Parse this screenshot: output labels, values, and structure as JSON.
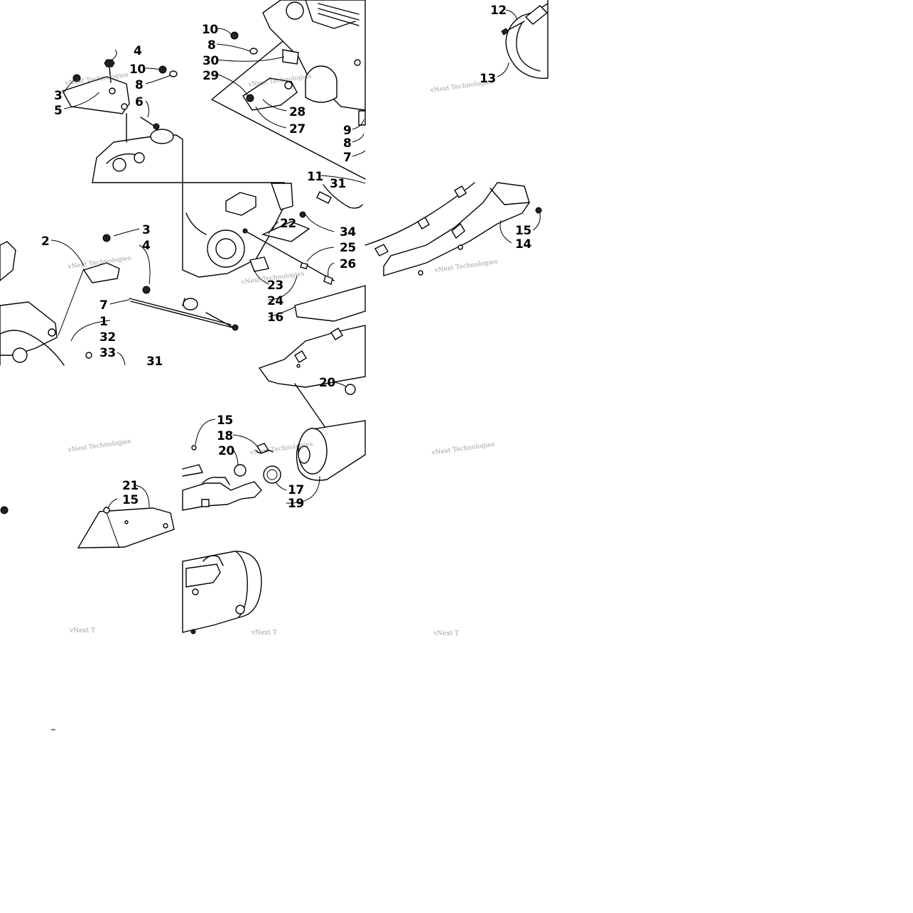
{
  "watermark": "vNext Technologies",
  "watermark_partial": "vNext T",
  "callouts": {
    "c1": {
      "label": "1"
    },
    "c2": {
      "label": "2"
    },
    "c3a": {
      "label": "3"
    },
    "c3b": {
      "label": "3"
    },
    "c4a": {
      "label": "4"
    },
    "c4b": {
      "label": "4"
    },
    "c5": {
      "label": "5"
    },
    "c6": {
      "label": "6"
    },
    "c7a": {
      "label": "7"
    },
    "c7b": {
      "label": "7"
    },
    "c8a": {
      "label": "8"
    },
    "c8b": {
      "label": "8"
    },
    "c8c": {
      "label": "8"
    },
    "c9": {
      "label": "9"
    },
    "c10a": {
      "label": "10"
    },
    "c10b": {
      "label": "10"
    },
    "c11": {
      "label": "11"
    },
    "c12": {
      "label": "12"
    },
    "c13": {
      "label": "13"
    },
    "c14": {
      "label": "14"
    },
    "c15a": {
      "label": "15"
    },
    "c15b": {
      "label": "15"
    },
    "c15c": {
      "label": "15"
    },
    "c16": {
      "label": "16"
    },
    "c17": {
      "label": "17"
    },
    "c18": {
      "label": "18"
    },
    "c19": {
      "label": "19"
    },
    "c20a": {
      "label": "20"
    },
    "c20b": {
      "label": "20"
    },
    "c21": {
      "label": "21"
    },
    "c22": {
      "label": "22"
    },
    "c23": {
      "label": "23"
    },
    "c24": {
      "label": "24"
    },
    "c25": {
      "label": "25"
    },
    "c26": {
      "label": "26"
    },
    "c27": {
      "label": "27"
    },
    "c28": {
      "label": "28"
    },
    "c29": {
      "label": "29"
    },
    "c30": {
      "label": "30"
    },
    "c31a": {
      "label": "31"
    },
    "c31b": {
      "label": "31"
    },
    "c32": {
      "label": "32"
    },
    "c33": {
      "label": "33"
    },
    "c34": {
      "label": "34"
    }
  }
}
